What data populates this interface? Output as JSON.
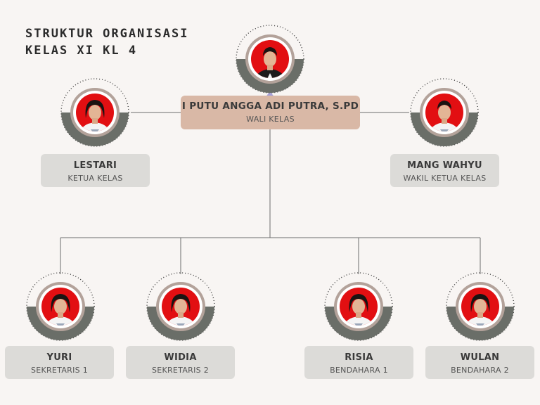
{
  "title": {
    "line1": "STRUKTUR ORGANISASI",
    "line2": "KELAS XI KL 4"
  },
  "colors": {
    "background": "#f8f5f3",
    "ring_dark": "#6a6e68",
    "ring_light": "#b3a29a",
    "photo_red": "#e20f12",
    "card": "#dcdbd8",
    "card_accent": "#d9b8a6",
    "pointer": "#a6a0d8"
  },
  "members": [
    {
      "id": "wali",
      "name": "I PUTU ANGGA ADI PUTRA, S.PD",
      "role": "WALI KELAS",
      "icon": "person-male-teacher"
    },
    {
      "id": "ketua",
      "name": "LESTARI",
      "role": "KETUA KELAS",
      "icon": "person-female-student"
    },
    {
      "id": "wakil",
      "name": "MANG WAHYU",
      "role": "WAKIL KETUA KELAS",
      "icon": "person-male-student"
    },
    {
      "id": "sekretaris1",
      "name": "YURI",
      "role": "SEKRETARIS 1",
      "icon": "person-female-student"
    },
    {
      "id": "sekretaris2",
      "name": "WIDIA",
      "role": "SEKRETARIS 2",
      "icon": "person-female-student"
    },
    {
      "id": "bendahara1",
      "name": "RISIA",
      "role": "BENDAHARA 1",
      "icon": "person-female-student"
    },
    {
      "id": "bendahara2",
      "name": "WULAN",
      "role": "BENDAHARA 2",
      "icon": "person-female-student"
    }
  ]
}
